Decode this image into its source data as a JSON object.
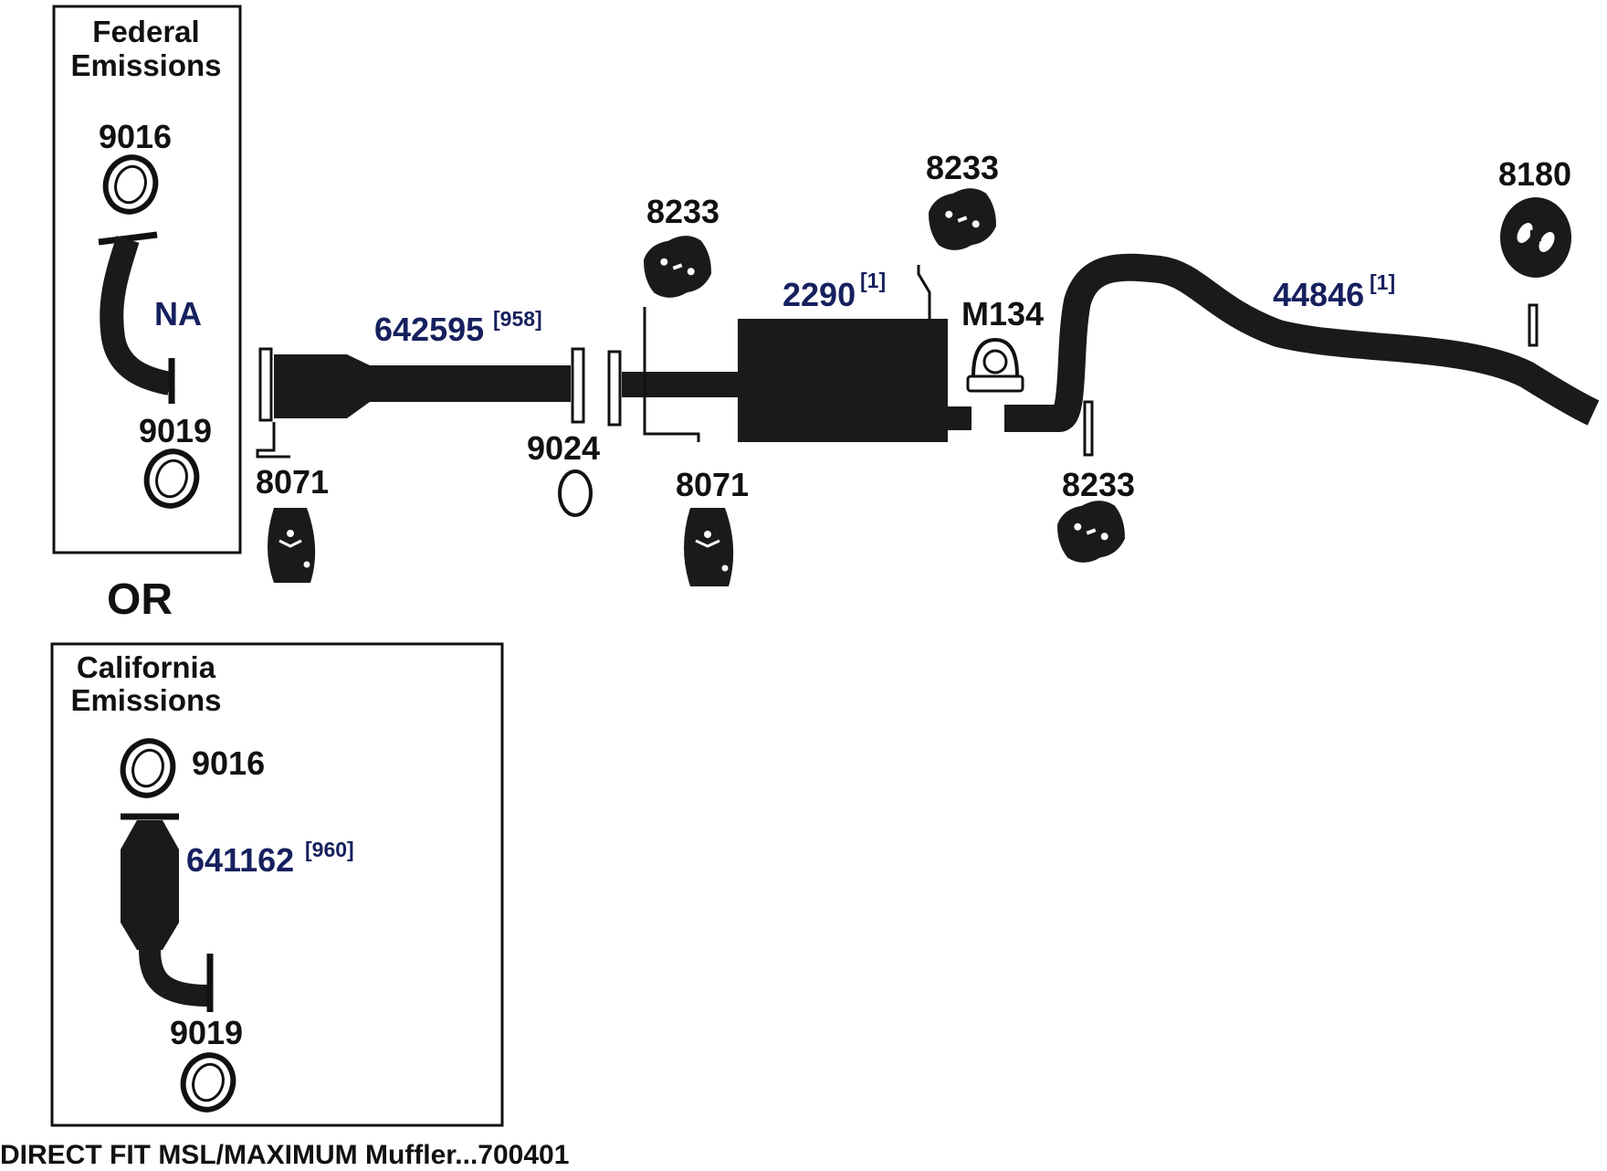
{
  "federal_box": {
    "title_line1": "Federal",
    "title_line2": "Emissions",
    "gasket_top": "9016",
    "pipe_label": "NA",
    "gasket_bottom": "9019"
  },
  "or_text": "OR",
  "california_box": {
    "title_line1": "California",
    "title_line2": "Emissions",
    "gasket_top": "9016",
    "converter_part": "641162",
    "converter_note": "[960]",
    "gasket_bottom": "9019"
  },
  "parts": {
    "front_pipe": "642595",
    "front_pipe_note": "[958]",
    "muffler": "2290",
    "muffler_note": "[1]",
    "tailpipe": "44846",
    "tailpipe_note": "[1]",
    "clamp": "M134",
    "gasket_ring": "9024",
    "hanger_8071_left": "8071",
    "hanger_8071_right": "8071",
    "hanger_8233_left": "8233",
    "hanger_8233_mid": "8233",
    "hanger_8233_low": "8233",
    "hanger_8180": "8180"
  },
  "footer": "DIRECT FIT MSL/MAXIMUM Muffler...700401",
  "colors": {
    "part_number": "#16205e",
    "ink": "#111111",
    "pipe": "#1a1a1a"
  }
}
